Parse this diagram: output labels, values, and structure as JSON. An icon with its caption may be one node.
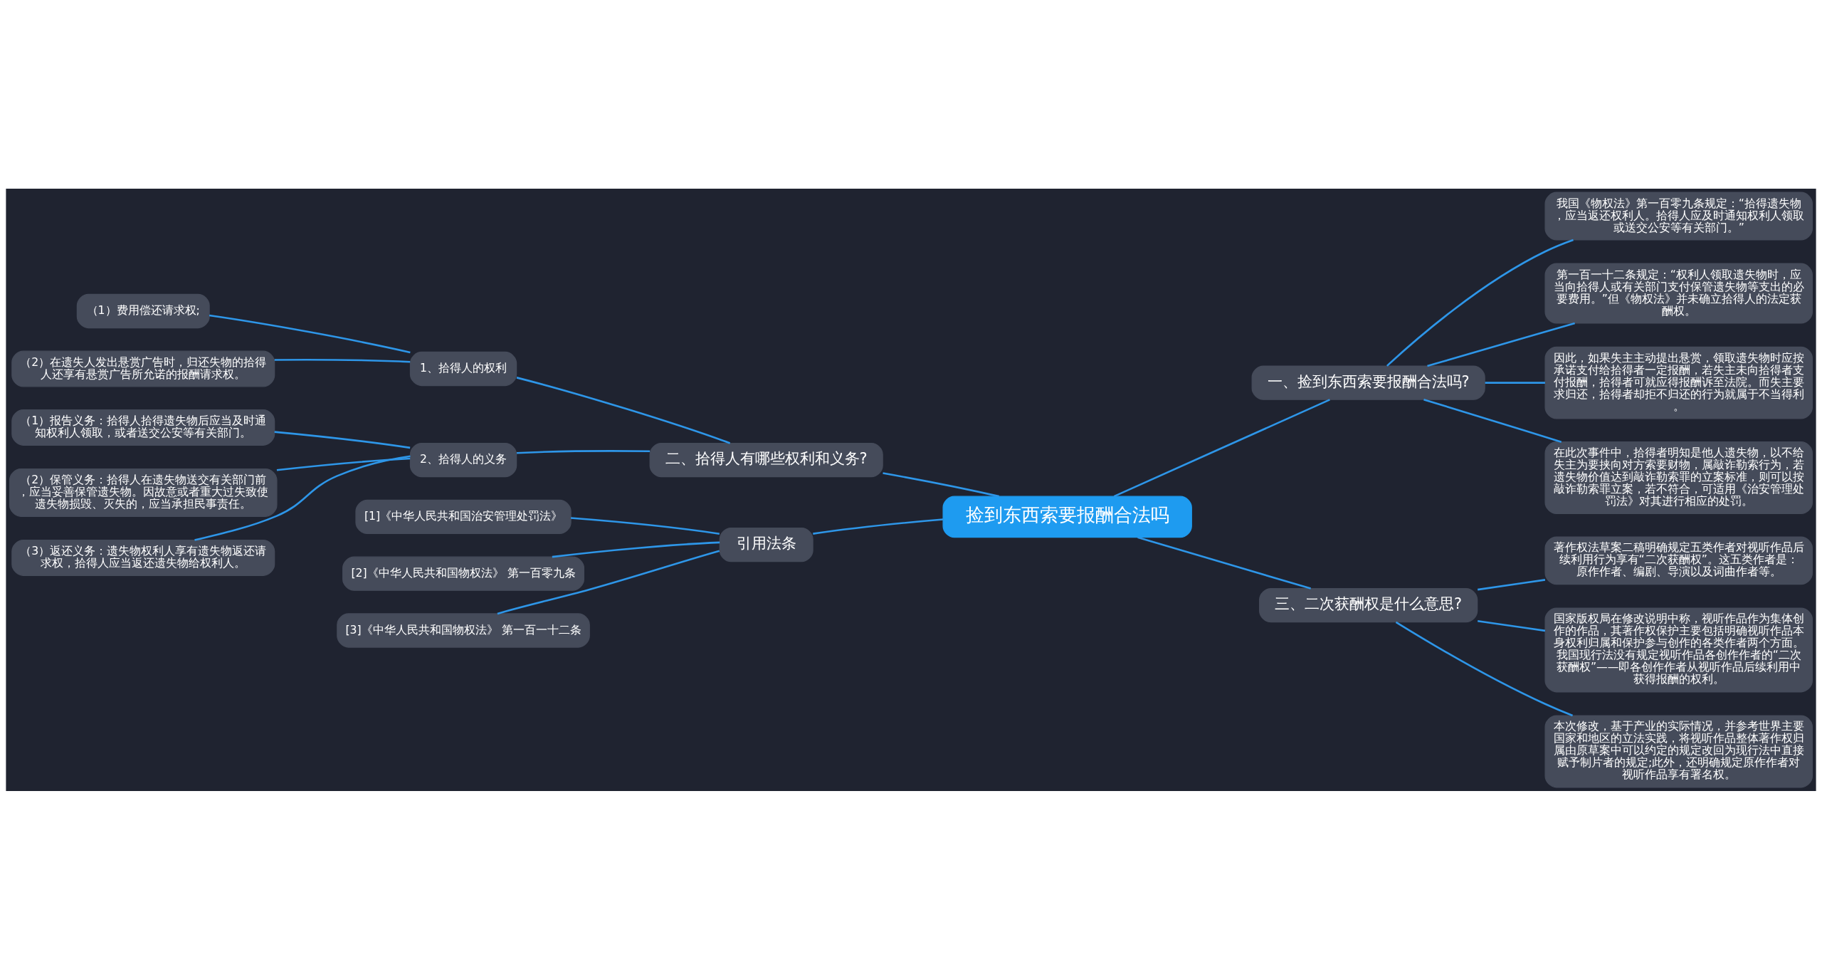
{
  "diagram": {
    "nodes": [
      {
        "text": [
          "捡到东西索要报酬合法吗"
        ]
      },
      {
        "text": [
          "一、捡到东西索要报酬合法吗?"
        ]
      },
      {
        "text": [
          "我国《物权法》第一百零九条规定：“拾得遗失物，应当返还权利人。拾得人应及时通知权利人领取或送交公安等有关部门。”"
        ]
      },
      {
        "text": [
          "第一百一十二条规定：“权利人领取遗失物时，应当向拾得人或有关部门支付保管遗失物等支出的必要费用。”但《物权法》并未确立拾得人的法定获酬权。"
        ]
      },
      {
        "text": [
          "因此，如果失主主动提出悬赏，领取遗失物时应按承诺支付给拾得者一定报酬，若失主未向拾得者支付报酬，拾得者可就应得报酬诉至法院。而失主要求归还，拾得者却拒不归还的行为就属于不当得利。"
        ]
      },
      {
        "text": [
          "在此次事件中，拾得者明知是他人遗失物，以不给失主为要挟向对方索要财物，属敲诈勒索行为，若遗失物价值达到敲诈勒索罪的立案标准，则可以按敲诈勒索罪立案，若不符合，可适用《治安管理处罚法》对其进行相应的处罚。"
        ]
      },
      {
        "text": [
          "二、拾得人有哪些权利和义务?"
        ]
      },
      {
        "text": [
          "1、拾得人的权利"
        ]
      },
      {
        "text": [
          "（1）费用偿还请求权;"
        ]
      },
      {
        "text": [
          "（2）在遗失人发出悬赏广告时，归还失物的拾得人还享有悬赏广告所允诺的报酬请求权。"
        ]
      },
      {
        "text": [
          "2、拾得人的义务"
        ]
      },
      {
        "text": [
          "（1）报告义务：拾得人拾得遗失物后应当及时通知权利人领取，或者送交公安等有关部门。"
        ]
      },
      {
        "text": [
          "（2）保管义务：拾得人在遗失物送交有关部门前，应当妥善保管遗失物。因故意或者重大过失致使遗失物损毁、灭失的，应当承担民事责任。"
        ]
      },
      {
        "text": [
          "（3）返还义务：遗失物权利人享有遗失物返还请求权，拾得人应当返还遗失物给权利人。"
        ]
      },
      {
        "text": [
          "引用法条"
        ]
      },
      {
        "text": [
          "[1]《中华人民共和国治安管理处罚法》"
        ]
      },
      {
        "text": [
          "[2]《中华人民共和国物权法》 第一百零九条"
        ]
      },
      {
        "text": [
          "[3]《中华人民共和国物权法》 第一百一十二条"
        ]
      },
      {
        "text": [
          "三、二次获酬权是什么意思?"
        ]
      },
      {
        "text": [
          "著作权法草案二稿明确规定五类作者对视听作品后续利用行为享有“二次获酬权”。这五类作者是：原作作者、编剧、导演以及词曲作者等。"
        ]
      },
      {
        "text": [
          "国家版权局在修改说明中称，视听作品作为集体创作的作品，其著作权保护主要包括明确视听作品本身权利归属和保护参与创作的各类作者两个方面。我国现行法没有规定视听作品各创作作者的“二次获酬权”——即各创作作者从视听作品后续利用中获得报酬的权利。"
        ]
      },
      {
        "text": [
          "本次修改，基于产业的实际情况，并参考世界主要国家和地区的立法实践，将视听作品整体著作权归属由原草案中可以约定的规定改回为现行法中直接赋予制片者的规定;此外，还明确规定原作作者对视听作品享有署名权。"
        ]
      }
    ],
    "edges": [
      {
        "from": 0,
        "to": 1,
        "arrow": "none"
      },
      {
        "from": 1,
        "to": 2,
        "arrow": "none"
      },
      {
        "from": 1,
        "to": 3,
        "arrow": "none"
      },
      {
        "from": 1,
        "to": 4,
        "arrow": "none"
      },
      {
        "from": 1,
        "to": 5,
        "arrow": "none"
      },
      {
        "from": 0,
        "to": 6,
        "arrow": "none"
      },
      {
        "from": 6,
        "to": 7,
        "arrow": "none"
      },
      {
        "from": 7,
        "to": 8,
        "arrow": "none"
      },
      {
        "from": 7,
        "to": 9,
        "arrow": "none"
      },
      {
        "from": 6,
        "to": 10,
        "arrow": "none"
      },
      {
        "from": 10,
        "to": 11,
        "arrow": "none"
      },
      {
        "from": 10,
        "to": 12,
        "arrow": "none"
      },
      {
        "from": 10,
        "to": 13,
        "arrow": "none"
      },
      {
        "from": 0,
        "to": 14,
        "arrow": "none"
      },
      {
        "from": 14,
        "to": 15,
        "arrow": "none"
      },
      {
        "from": 14,
        "to": 16,
        "arrow": "none"
      },
      {
        "from": 14,
        "to": 17,
        "arrow": "none"
      },
      {
        "from": 0,
        "to": 18,
        "arrow": "none"
      },
      {
        "from": 18,
        "to": 19,
        "arrow": "none"
      },
      {
        "from": 18,
        "to": 20,
        "arrow": "none"
      },
      {
        "from": 18,
        "to": 21,
        "arrow": "none"
      }
    ]
  }
}
